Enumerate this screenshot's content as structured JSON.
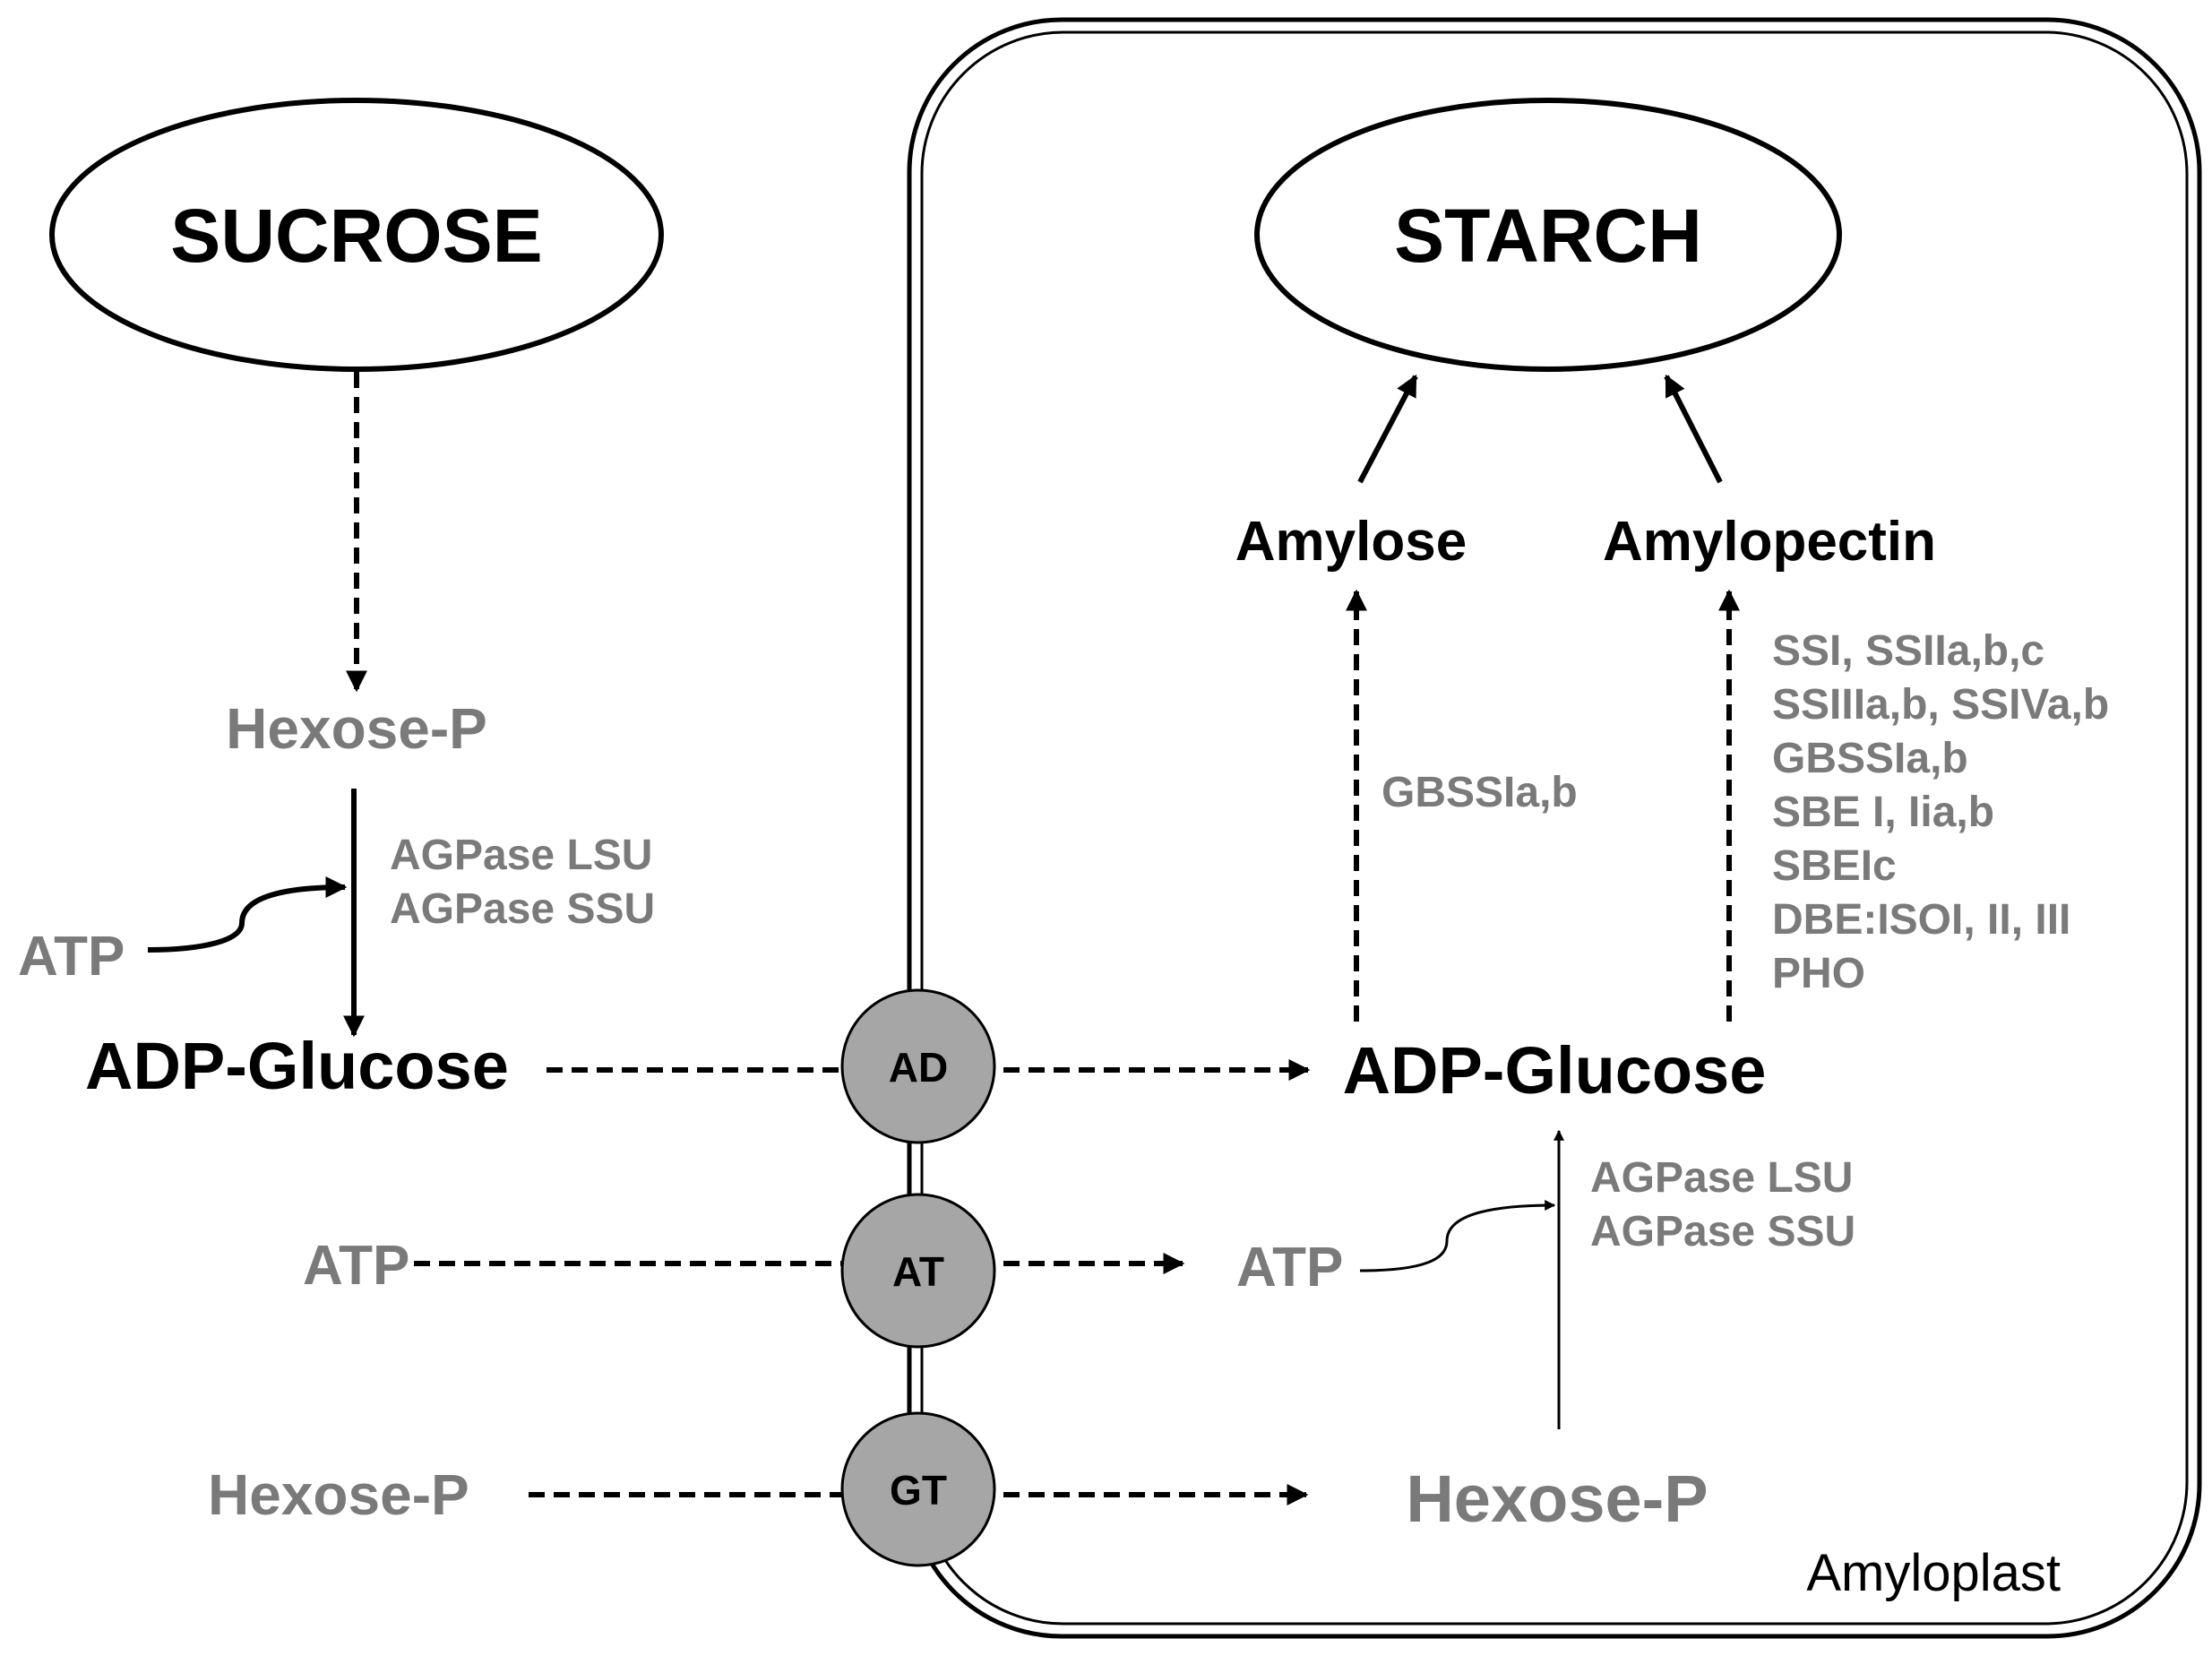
{
  "cytosol": {
    "sucrose": "SUCROSE",
    "hexose_p": "Hexose-P",
    "agpase_lsu": "AGPase LSU",
    "agpase_ssu": "AGPase SSU",
    "atp": "ATP",
    "adp_glucose": "ADP-Glucose",
    "atp_in": "ATP",
    "hexose_p_in": "Hexose-P"
  },
  "transporters": {
    "ad": "AD",
    "at": "AT",
    "gt": "GT"
  },
  "amyloplast": {
    "label": "Amyloplast",
    "starch": "STARCH",
    "amylose": "Amylose",
    "amylopectin": "Amylopectin",
    "gbss_amylose": "GBSSIa,b",
    "amylopectin_enzymes": [
      "SSI, SSIIa,b,c",
      "SSIIIa,b, SSIVa,b",
      "GBSSIa,b",
      "SBE I, Iia,b",
      "SBEIc",
      "DBE:ISOI, II, III",
      "PHO"
    ],
    "adp_glucose": "ADP-Glucose",
    "agpase_lsu": "AGPase LSU",
    "agpase_ssu": "AGPase SSU",
    "atp": "ATP",
    "hexose_p": "Hexose-P"
  },
  "colors": {
    "primary_text": "#000000",
    "secondary_text": "#7a7a7a",
    "transporter_fill": "#a6a6a6"
  }
}
